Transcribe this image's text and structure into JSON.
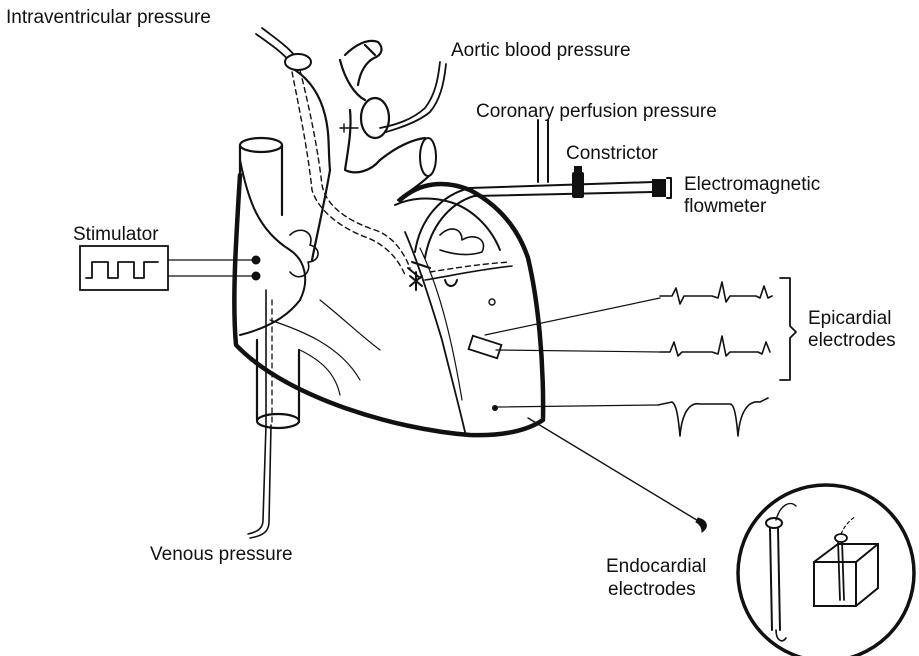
{
  "labels": {
    "intraventricular_pressure": "Intraventricular pressure",
    "aortic_blood_pressure": "Aortic blood pressure",
    "coronary_perfusion_pressure": "Coronary perfusion pressure",
    "constrictor": "Constrictor",
    "electromagnetic_flowmeter_line1": "Electromagnetic",
    "electromagnetic_flowmeter_line2": "flowmeter",
    "stimulator": "Stimulator",
    "epicardial_electrodes_line1": "Epicardial",
    "epicardial_electrodes_line2": "electrodes",
    "venous_pressure": "Venous pressure",
    "endocardial_electrodes_line1": "Endocardial",
    "endocardial_electrodes_line2": "electrodes"
  },
  "colors": {
    "ink": "#111111",
    "background": "#ffffff"
  }
}
